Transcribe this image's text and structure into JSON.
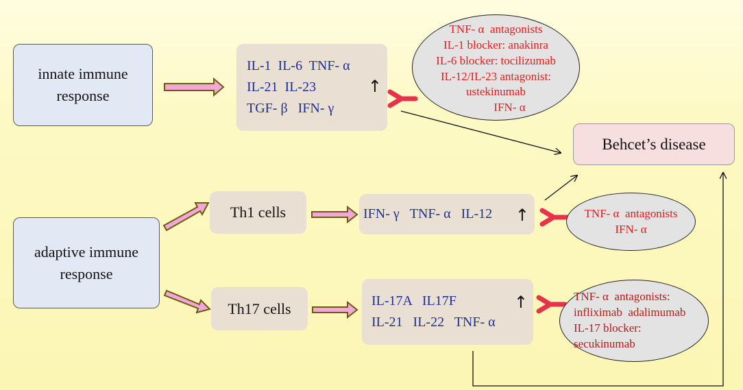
{
  "innate": {
    "label_line1": "innate immune",
    "label_line2": "response"
  },
  "adaptive": {
    "label_line1": "adaptive immune",
    "label_line2": "response"
  },
  "th1": {
    "label": "Th1 cells"
  },
  "th17": {
    "label": "Th17 cells"
  },
  "innate_cytokines": {
    "line1": "IL-1  IL-6  TNF- α",
    "line2": "IL-21  IL-23",
    "line3": "TGF- β   IFN- γ"
  },
  "th1_cytokines": {
    "line1": "IFN- γ   TNF- α   IL-12"
  },
  "th17_cytokines": {
    "line1": "IL-17A   IL17F",
    "line2": "IL-21   IL-22   TNF- α"
  },
  "increase_symbol": "↑",
  "disease": {
    "label": "Behcet’s disease"
  },
  "innate_drugs": [
    "TNF- α  antagonists",
    "IL-1 blocker: anakinra",
    "IL-6 blocker: tocilizumab",
    "IL-12/IL-23 antagonist:",
    "ustekinumab",
    "IFN- α"
  ],
  "th1_drugs": [
    "TNF- α  antagonists",
    "IFN- α"
  ],
  "th17_drugs": [
    "TNF- α  antagonists:",
    "infliximab  adalimumab",
    "IL-17 blocker:",
    "secukinumab"
  ],
  "colors": {
    "arrow_fill": "#f2a7d4",
    "arrow_stroke": "#6b5a14",
    "drug_text": "#e31c1c",
    "drug_text_dark": "#b51a1a",
    "cytokine_text": "#1f2f9a",
    "inhibitor": "#e8324b"
  }
}
